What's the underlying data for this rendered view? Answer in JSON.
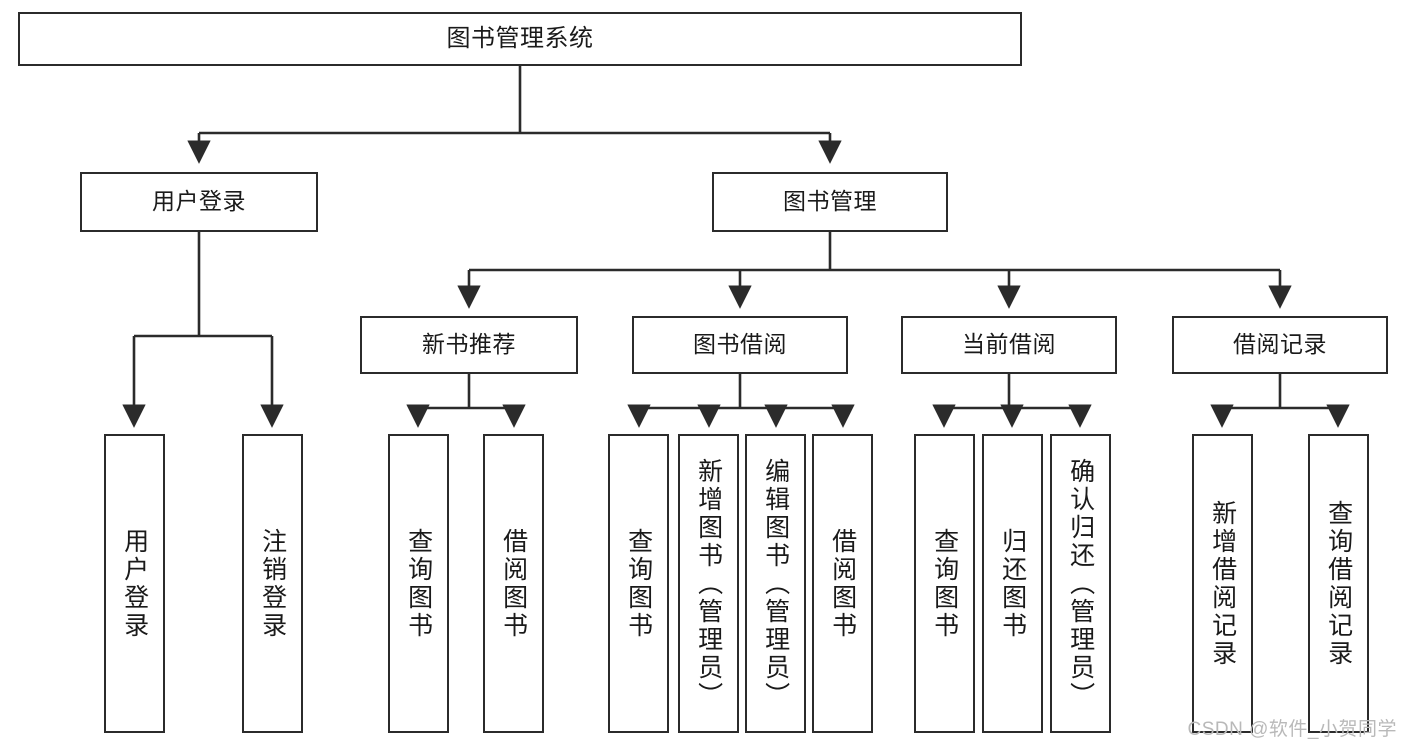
{
  "diagram": {
    "title": "图书管理系统",
    "watermark": "CSDN @软件_小贺同学",
    "line_color": "#2b2b2b",
    "box_fill": "#ffffff",
    "text_color": "#1a1a1a",
    "watermark_color": "#b9b9b9"
  },
  "nodes": {
    "root": {
      "label": "图书管理系统"
    },
    "level2": [
      {
        "label": "用户登录"
      },
      {
        "label": "图书管理"
      }
    ],
    "level3": [
      {
        "label": "新书推荐"
      },
      {
        "label": "图书借阅"
      },
      {
        "label": "当前借阅"
      },
      {
        "label": "借阅记录"
      }
    ],
    "login_children": [
      {
        "label": "用户登录"
      },
      {
        "label": "注销登录"
      }
    ],
    "recommend_children": [
      {
        "label": "查询图书"
      },
      {
        "label": "借阅图书"
      }
    ],
    "borrow_children": [
      {
        "label": "查询图书"
      },
      {
        "label": "新增图书（管理员）"
      },
      {
        "label": "编辑图书（管理员）"
      },
      {
        "label": "借阅图书"
      }
    ],
    "current_children": [
      {
        "label": "查询图书"
      },
      {
        "label": "归还图书"
      },
      {
        "label": "确认归还（管理员）"
      }
    ],
    "record_children": [
      {
        "label": "新增借阅记录"
      },
      {
        "label": "查询借阅记录"
      }
    ]
  }
}
